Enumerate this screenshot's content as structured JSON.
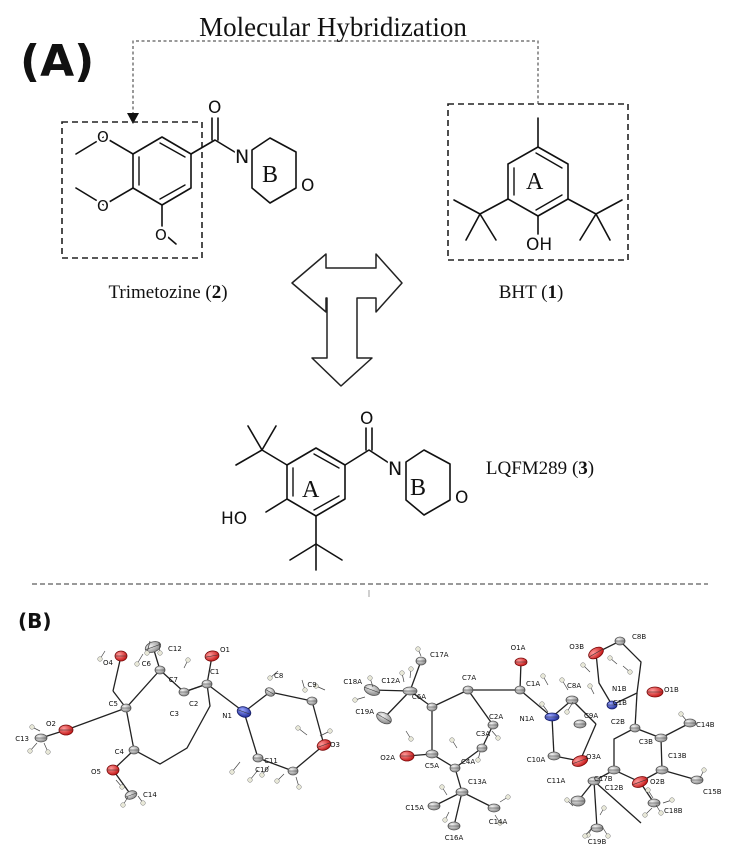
{
  "panel_a": {
    "label": "(A)",
    "hybridization_title": "Molecular Hybridization",
    "trimetozine": {
      "name": "Trimetozine",
      "number": "2",
      "ring_label": "B"
    },
    "bht": {
      "name": "BHT",
      "number": "1",
      "ring_label": "A",
      "hydroxyl": "OH"
    },
    "lqfm289": {
      "name": "LQFM289",
      "number": "3",
      "ring_label_a": "A",
      "ring_label_b": "B",
      "hydroxyl": "HO"
    },
    "atoms": {
      "oxygen": "O",
      "nitrogen": "N"
    }
  },
  "panel_b": {
    "label": "(B)",
    "left_atoms": [
      "C12",
      "O4",
      "C7",
      "C1",
      "O1",
      "C6",
      "C2",
      "C8",
      "C9",
      "N1",
      "C5",
      "O2",
      "C13",
      "C3",
      "C4",
      "O3",
      "C11",
      "C10",
      "O5",
      "C14"
    ],
    "right_atoms": [
      "O3B",
      "C8B",
      "N1B",
      "O1B",
      "C1B",
      "C17A",
      "O1A",
      "C12A",
      "C18A",
      "C6A",
      "C7A",
      "C1A",
      "C19A",
      "C2A",
      "C8A",
      "N1A",
      "C2B",
      "C3B",
      "C14B",
      "C5A",
      "C3A",
      "C9A",
      "O2A",
      "C10A",
      "O3A",
      "C13B",
      "C4A",
      "C11A",
      "C17B",
      "C15B",
      "C13A",
      "C15A",
      "C12B",
      "O2B",
      "C16A",
      "C14A",
      "C19B",
      "C18B"
    ]
  },
  "colors": {
    "oxygen": "#d42020",
    "nitrogen": "#2b3bb0",
    "carbon": "#a8a8a8",
    "hydrogen": "#e8e8d8"
  }
}
